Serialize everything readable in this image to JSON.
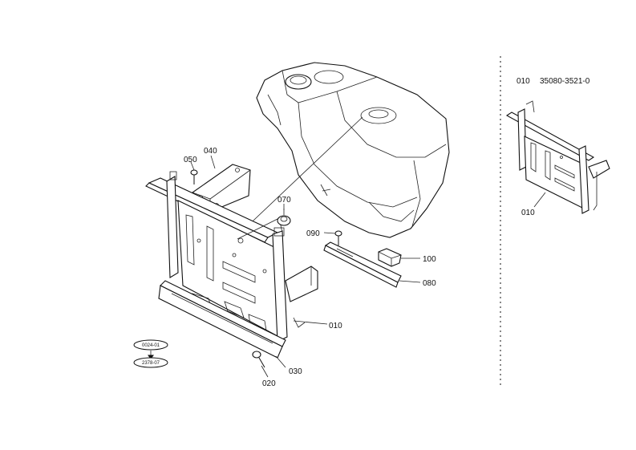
{
  "inset": {
    "position": "010",
    "part_number": "35080-3521-0",
    "callout": "010"
  },
  "callouts": {
    "c040": "040",
    "c050": "050",
    "c070": "070",
    "c090": "090",
    "c100": "100",
    "c080": "080",
    "c010": "010",
    "c030": "030",
    "c020": "020"
  },
  "references": {
    "ref1": "0024-01",
    "ref2": "2378-07"
  }
}
